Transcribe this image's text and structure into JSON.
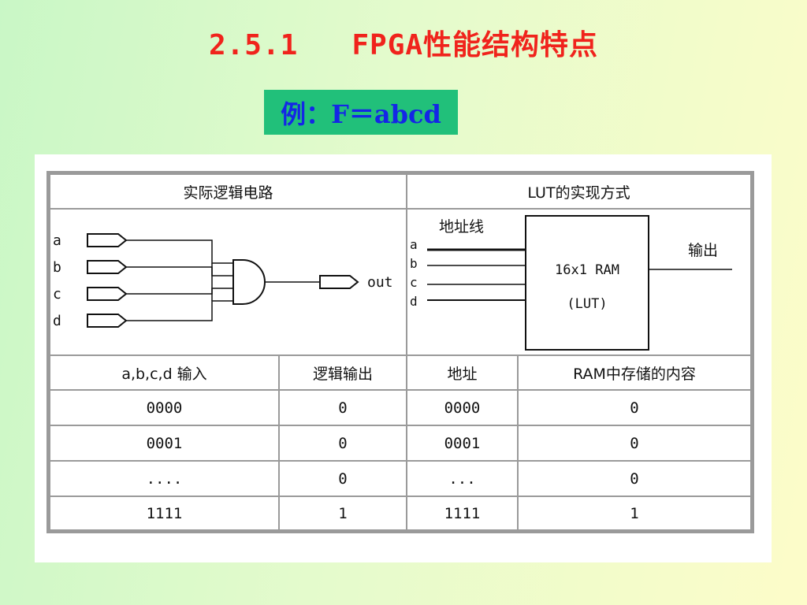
{
  "slide": {
    "title": "2.5.1   FPGA性能结构特点",
    "example": "例：F＝abcd"
  },
  "table": {
    "left_header": "实际逻辑电路",
    "right_header": "LUT的实现方式",
    "circuit": {
      "inputs": [
        "a",
        "b",
        "c",
        "d"
      ],
      "output_label": "out"
    },
    "lut": {
      "address_label": "地址线",
      "inputs": [
        "a",
        "b",
        "c",
        "d"
      ],
      "ram_label": "16x1 RAM",
      "ram_sublabel": "(LUT)",
      "output_label": "输出"
    },
    "columns": [
      "a,b,c,d 输入",
      "逻辑输出",
      "地址",
      "RAM中存储的内容"
    ],
    "rows": [
      [
        "0000",
        "0",
        "0000",
        "0"
      ],
      [
        "0001",
        "0",
        "0001",
        "0"
      ],
      [
        "....",
        "0",
        "...",
        "0"
      ],
      [
        "1111",
        "1",
        "1111",
        "1"
      ]
    ]
  },
  "colors": {
    "title": "#f0231c",
    "example_bg": "#21c07a",
    "example_text": "#1426e6",
    "grid": "#9a9a9a"
  }
}
